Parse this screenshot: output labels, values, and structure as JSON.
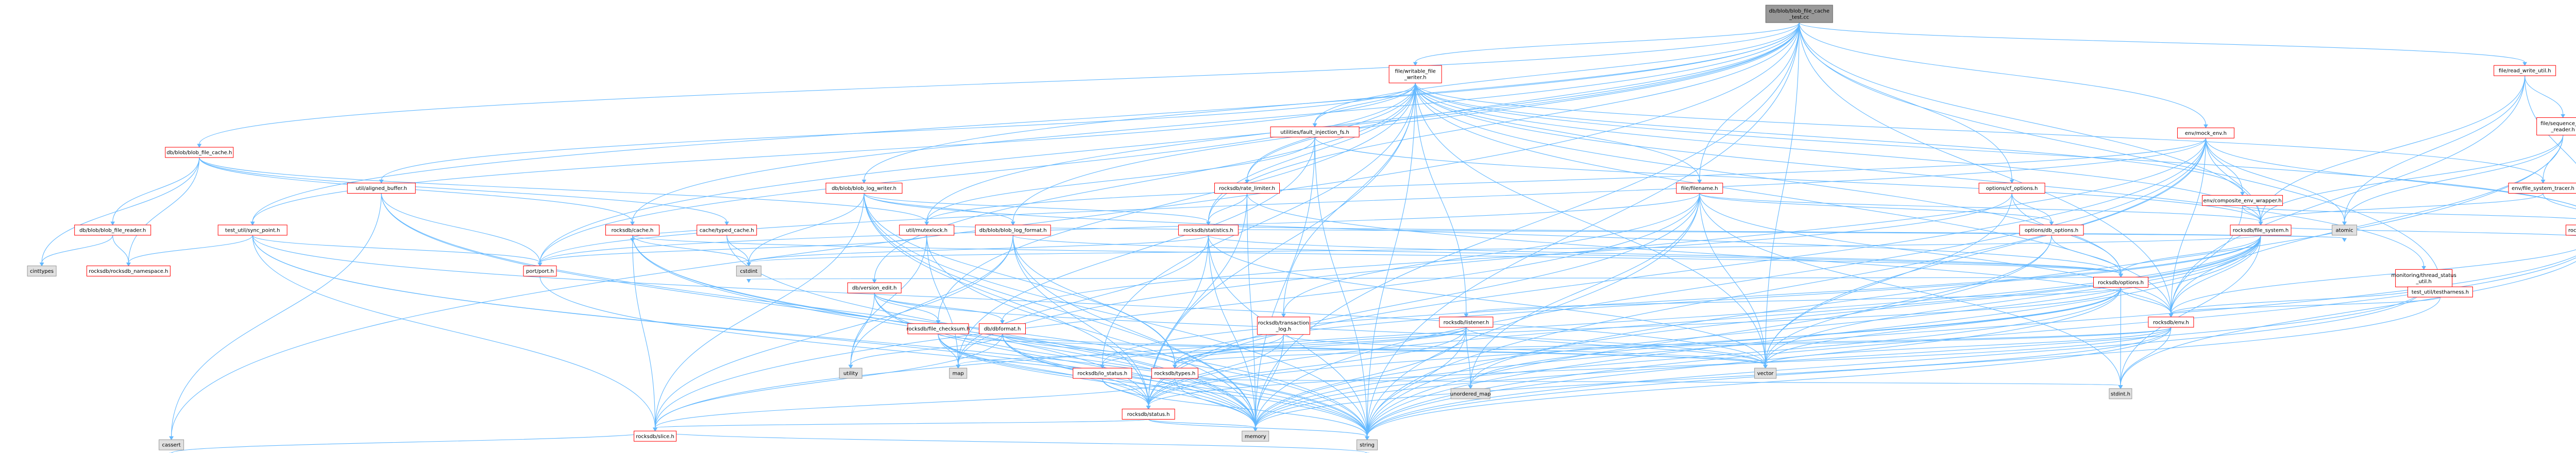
{
  "colors": {
    "edge": "#63b8ff",
    "root_fill": "#999999",
    "root_stroke": "#666666",
    "local_fill": "#ffffff",
    "local_stroke": "#ff0000",
    "system_fill": "#e0e0e0",
    "system_stroke": "#999999"
  },
  "root": {
    "id": "root",
    "lines": [
      "db/blob/blob_file_cache",
      "_test.cc"
    ]
  },
  "nodes": [
    {
      "id": "root",
      "kind": "root",
      "lines": [
        "db/blob/blob_file_cache",
        "_test.cc"
      ]
    },
    {
      "id": "fwf",
      "kind": "local",
      "lines": [
        "file/writable_file",
        "_writer.h"
      ]
    },
    {
      "id": "bfc",
      "kind": "local",
      "lines": [
        "db/blob/blob_file_cache.h"
      ]
    },
    {
      "id": "mockenv",
      "kind": "local",
      "lines": [
        "env/mock_env.h"
      ]
    },
    {
      "id": "rwu",
      "kind": "local",
      "lines": [
        "file/read_write_util.h"
      ]
    },
    {
      "id": "fault",
      "kind": "local",
      "lines": [
        "utilities/fault_injection_fs.h"
      ]
    },
    {
      "id": "seqfr",
      "kind": "local",
      "lines": [
        "file/sequence_file",
        "_reader.h"
      ]
    },
    {
      "id": "alignbuf",
      "kind": "local",
      "lines": [
        "util/aligned_buffer.h"
      ]
    },
    {
      "id": "blw",
      "kind": "local",
      "lines": [
        "db/blob/blob_log_writer.h"
      ]
    },
    {
      "id": "ratelim",
      "kind": "local",
      "lines": [
        "rocksdb/rate_limiter.h"
      ]
    },
    {
      "id": "filename",
      "kind": "local",
      "lines": [
        "file/filename.h"
      ]
    },
    {
      "id": "cfopts",
      "kind": "local",
      "lines": [
        "options/cf_options.h"
      ]
    },
    {
      "id": "envwrap",
      "kind": "local",
      "lines": [
        "env/composite_env_wrapper.h"
      ]
    },
    {
      "id": "fstracer",
      "kind": "local",
      "lines": [
        "env/file_system_tracer.h"
      ]
    },
    {
      "id": "blobfr",
      "kind": "local",
      "lines": [
        "db/blob/blob_file_reader.h"
      ]
    },
    {
      "id": "syncpt",
      "kind": "local",
      "lines": [
        "test_util/sync_point.h"
      ]
    },
    {
      "id": "cache",
      "kind": "local",
      "lines": [
        "rocksdb/cache.h"
      ]
    },
    {
      "id": "typedcache",
      "kind": "local",
      "lines": [
        "cache/typed_cache.h"
      ]
    },
    {
      "id": "mutexlock",
      "kind": "local",
      "lines": [
        "util/mutexlock.h"
      ]
    },
    {
      "id": "blf",
      "kind": "local",
      "lines": [
        "db/blob/blob_log_format.h"
      ]
    },
    {
      "id": "stats",
      "kind": "local",
      "lines": [
        "rocksdb/statistics.h"
      ]
    },
    {
      "id": "dbopts",
      "kind": "local",
      "lines": [
        "options/db_options.h"
      ]
    },
    {
      "id": "rfs",
      "kind": "local",
      "lines": [
        "rocksdb/file_system.h"
      ]
    },
    {
      "id": "sysclock",
      "kind": "local",
      "lines": [
        "rocksdb/system_clock.h"
      ]
    },
    {
      "id": "threadstatus",
      "kind": "local",
      "lines": [
        "monitoring/thread_status",
        "_util.h"
      ]
    },
    {
      "id": "testharness",
      "kind": "local",
      "lines": [
        "test_util/testharness.h"
      ]
    },
    {
      "id": "versionedit",
      "kind": "local",
      "lines": [
        "db/version_edit.h"
      ]
    },
    {
      "id": "dbformat",
      "kind": "local",
      "lines": [
        "db/dbformat.h"
      ]
    },
    {
      "id": "fchecksum",
      "kind": "local",
      "lines": [
        "rocksdb/file_checksum.h"
      ]
    },
    {
      "id": "txnlog",
      "kind": "local",
      "lines": [
        "rocksdb/transaction",
        "_log.h"
      ]
    },
    {
      "id": "listener",
      "kind": "local",
      "lines": [
        "rocksdb/listener.h"
      ]
    },
    {
      "id": "ropts",
      "kind": "local",
      "lines": [
        "rocksdb/options.h"
      ]
    },
    {
      "id": "renv",
      "kind": "local",
      "lines": [
        "rocksdb/env.h"
      ]
    },
    {
      "id": "iostatus",
      "kind": "local",
      "lines": [
        "rocksdb/io_status.h"
      ]
    },
    {
      "id": "types",
      "kind": "local",
      "lines": [
        "rocksdb/types.h"
      ]
    },
    {
      "id": "status",
      "kind": "local",
      "lines": [
        "rocksdb/status.h"
      ]
    },
    {
      "id": "slice",
      "kind": "local",
      "lines": [
        "rocksdb/slice.h"
      ]
    },
    {
      "id": "port",
      "kind": "local",
      "lines": [
        "port/port.h"
      ]
    },
    {
      "id": "ns",
      "kind": "local",
      "lines": [
        "rocksdb/rocksdb_namespace.h"
      ]
    },
    {
      "id": "cinttypes",
      "kind": "system",
      "lines": [
        "cinttypes"
      ]
    },
    {
      "id": "cstdint",
      "kind": "system",
      "lines": [
        "cstdint"
      ]
    },
    {
      "id": "atomic",
      "kind": "system",
      "lines": [
        "atomic"
      ]
    },
    {
      "id": "utility",
      "kind": "system",
      "lines": [
        "utility"
      ]
    },
    {
      "id": "map",
      "kind": "system",
      "lines": [
        "map"
      ]
    },
    {
      "id": "vector",
      "kind": "system",
      "lines": [
        "vector"
      ]
    },
    {
      "id": "umap",
      "kind": "system",
      "lines": [
        "unordered_map"
      ]
    },
    {
      "id": "stdint",
      "kind": "system",
      "lines": [
        "stdint.h"
      ]
    },
    {
      "id": "memory",
      "kind": "system",
      "lines": [
        "memory"
      ]
    },
    {
      "id": "cassert",
      "kind": "system",
      "lines": [
        "cassert"
      ]
    },
    {
      "id": "string",
      "kind": "system",
      "lines": [
        "string"
      ]
    }
  ],
  "edges": [
    [
      "root",
      "fwf"
    ],
    [
      "root",
      "bfc"
    ],
    [
      "root",
      "mockenv"
    ],
    [
      "root",
      "rwu"
    ],
    [
      "root",
      "fault"
    ],
    [
      "root",
      "blw"
    ],
    [
      "root",
      "ratelim"
    ],
    [
      "root",
      "filename"
    ],
    [
      "root",
      "cfopts"
    ],
    [
      "root",
      "blf"
    ],
    [
      "root",
      "syncpt"
    ],
    [
      "root",
      "cache"
    ],
    [
      "root",
      "rfs"
    ],
    [
      "root",
      "renv"
    ],
    [
      "root",
      "testharness"
    ],
    [
      "root",
      "string"
    ],
    [
      "root",
      "cassert"
    ],
    [
      "root",
      "port"
    ],
    [
      "root",
      "stats"
    ],
    [
      "root",
      "vector"
    ],
    [
      "root",
      "mutexlock"
    ],
    [
      "root",
      "memory"
    ],
    [
      "fwf",
      "fault"
    ],
    [
      "fwf",
      "ratelim"
    ],
    [
      "fwf",
      "filename"
    ],
    [
      "fwf",
      "alignbuf"
    ],
    [
      "fwf",
      "fstracer"
    ],
    [
      "fwf",
      "versionedit"
    ],
    [
      "fwf",
      "fchecksum"
    ],
    [
      "fwf",
      "txnlog"
    ],
    [
      "fwf",
      "stats"
    ],
    [
      "fwf",
      "status"
    ],
    [
      "fwf",
      "syncpt"
    ],
    [
      "fwf",
      "port"
    ],
    [
      "fwf",
      "iostatus"
    ],
    [
      "fwf",
      "listener"
    ],
    [
      "fwf",
      "string"
    ],
    [
      "fwf",
      "vector"
    ],
    [
      "fwf",
      "rfs"
    ],
    [
      "fwf",
      "envwrap"
    ],
    [
      "fwf",
      "renv"
    ],
    [
      "fwf",
      "threadstatus"
    ],
    [
      "fwf",
      "sysclock"
    ],
    [
      "fwf",
      "ropts"
    ],
    [
      "bfc",
      "blobfr"
    ],
    [
      "bfc",
      "typedcache"
    ],
    [
      "bfc",
      "ns"
    ],
    [
      "bfc",
      "cinttypes"
    ],
    [
      "bfc",
      "mutexlock"
    ],
    [
      "bfc",
      "cache"
    ],
    [
      "blobfr",
      "ns"
    ],
    [
      "blobfr",
      "cinttypes"
    ],
    [
      "mockenv",
      "envwrap"
    ],
    [
      "mockenv",
      "rfs"
    ],
    [
      "mockenv",
      "renv"
    ],
    [
      "mockenv",
      "sysclock"
    ],
    [
      "mockenv",
      "port"
    ],
    [
      "mockenv",
      "mutexlock"
    ],
    [
      "mockenv",
      "atomic"
    ],
    [
      "mockenv",
      "map"
    ],
    [
      "mockenv",
      "vector"
    ],
    [
      "mockenv",
      "memory"
    ],
    [
      "mockenv",
      "string"
    ],
    [
      "mockenv",
      "status"
    ],
    [
      "envwrap",
      "rfs"
    ],
    [
      "envwrap",
      "sysclock"
    ],
    [
      "envwrap",
      "renv"
    ],
    [
      "rwu",
      "seqfr"
    ],
    [
      "rwu",
      "atomic"
    ],
    [
      "rwu",
      "renv"
    ],
    [
      "rwu",
      "rfs"
    ],
    [
      "rwu",
      "sysclock"
    ],
    [
      "seqfr",
      "fstracer"
    ],
    [
      "seqfr",
      "atomic"
    ],
    [
      "seqfr",
      "renv"
    ],
    [
      "seqfr",
      "rfs"
    ],
    [
      "seqfr",
      "string"
    ],
    [
      "fstracer",
      "rfs"
    ],
    [
      "fstracer",
      "sysclock"
    ],
    [
      "fault",
      "rfs"
    ],
    [
      "fault",
      "mutexlock"
    ],
    [
      "fault",
      "map"
    ],
    [
      "fault",
      "memory"
    ],
    [
      "fault",
      "string"
    ],
    [
      "fault",
      "set"
    ],
    [
      "alignbuf",
      "port"
    ],
    [
      "alignbuf",
      "cassert"
    ],
    [
      "alignbuf",
      "string"
    ],
    [
      "alignbuf",
      "memory"
    ],
    [
      "blw",
      "blf"
    ],
    [
      "blw",
      "cstdint"
    ],
    [
      "blw",
      "memory"
    ],
    [
      "blw",
      "string"
    ],
    [
      "blw",
      "stats"
    ],
    [
      "blw",
      "status"
    ],
    [
      "blw",
      "types"
    ],
    [
      "blw",
      "slice"
    ],
    [
      "blw",
      "ropts"
    ],
    [
      "ratelim",
      "stats"
    ],
    [
      "ratelim",
      "renv"
    ],
    [
      "ratelim",
      "status"
    ],
    [
      "ratelim",
      "memory"
    ],
    [
      "filename",
      "dbopts"
    ],
    [
      "filename",
      "rfs"
    ],
    [
      "filename",
      "renv"
    ],
    [
      "filename",
      "slice"
    ],
    [
      "filename",
      "status"
    ],
    [
      "filename",
      "txnlog"
    ],
    [
      "filename",
      "port"
    ],
    [
      "filename",
      "string"
    ],
    [
      "filename",
      "vector"
    ],
    [
      "filename",
      "umap"
    ],
    [
      "filename",
      "stdint"
    ],
    [
      "cfopts",
      "dbopts"
    ],
    [
      "cfopts",
      "ropts"
    ],
    [
      "cfopts",
      "dbformat"
    ],
    [
      "cfopts",
      "vector"
    ],
    [
      "dbopts",
      "ropts"
    ],
    [
      "dbopts",
      "vector"
    ],
    [
      "dbopts",
      "string"
    ],
    [
      "syncpt",
      "ns"
    ],
    [
      "syncpt",
      "slice"
    ],
    [
      "syncpt",
      "string"
    ],
    [
      "syncpt",
      "vector"
    ],
    [
      "syncpt",
      "memory"
    ],
    [
      "syncpt",
      "port"
    ],
    [
      "cache",
      "cstdint"
    ],
    [
      "cache",
      "memory"
    ],
    [
      "cache",
      "string"
    ],
    [
      "cache",
      "slice"
    ],
    [
      "cache",
      "status"
    ],
    [
      "cache",
      "ropts"
    ],
    [
      "typedcache",
      "cstdint"
    ],
    [
      "typedcache",
      "memory"
    ],
    [
      "typedcache",
      "cache"
    ],
    [
      "mutexlock",
      "port"
    ],
    [
      "mutexlock",
      "memory"
    ],
    [
      "mutexlock",
      "atomic"
    ],
    [
      "mutexlock",
      "utility"
    ],
    [
      "mutexlock",
      "map"
    ],
    [
      "blf",
      "ropts"
    ],
    [
      "blf",
      "slice"
    ],
    [
      "blf",
      "status"
    ],
    [
      "blf",
      "types"
    ],
    [
      "blf",
      "memory"
    ],
    [
      "blf",
      "utility"
    ],
    [
      "stats",
      "atomic"
    ],
    [
      "stats",
      "cstdint"
    ],
    [
      "stats",
      "map"
    ],
    [
      "stats",
      "memory"
    ],
    [
      "stats",
      "string"
    ],
    [
      "stats",
      "vector"
    ],
    [
      "stats",
      "status"
    ],
    [
      "stats",
      "ropts"
    ],
    [
      "rfs",
      "renv"
    ],
    [
      "rfs",
      "ropts"
    ],
    [
      "rfs",
      "iostatus"
    ],
    [
      "rfs",
      "status"
    ],
    [
      "rfs",
      "slice"
    ],
    [
      "rfs",
      "types"
    ],
    [
      "rfs",
      "sysclock"
    ],
    [
      "rfs",
      "string"
    ],
    [
      "rfs",
      "memory"
    ],
    [
      "rfs",
      "vector"
    ],
    [
      "rfs",
      "stdint"
    ],
    [
      "rfs",
      "umap"
    ],
    [
      "rfs",
      "cstdint"
    ],
    [
      "sysclock",
      "renv"
    ],
    [
      "sysclock",
      "memory"
    ],
    [
      "sysclock",
      "string"
    ],
    [
      "sysclock",
      "stdint"
    ],
    [
      "threadstatus",
      "renv"
    ],
    [
      "threadstatus",
      "string"
    ],
    [
      "threadstatus",
      "memory"
    ],
    [
      "testharness",
      "renv"
    ],
    [
      "testharness",
      "string"
    ],
    [
      "versionedit",
      "dbformat"
    ],
    [
      "versionedit",
      "fchecksum"
    ],
    [
      "versionedit",
      "utility"
    ],
    [
      "versionedit",
      "memory"
    ],
    [
      "versionedit",
      "string"
    ],
    [
      "versionedit",
      "vector"
    ],
    [
      "dbformat",
      "slice"
    ],
    [
      "dbformat",
      "types"
    ],
    [
      "dbformat",
      "status"
    ],
    [
      "dbformat",
      "memory"
    ],
    [
      "dbformat",
      "string"
    ],
    [
      "dbformat",
      "utility"
    ],
    [
      "dbformat",
      "vector"
    ],
    [
      "fchecksum",
      "status"
    ],
    [
      "fchecksum",
      "memory"
    ],
    [
      "fchecksum",
      "string"
    ],
    [
      "fchecksum",
      "vector"
    ],
    [
      "fchecksum",
      "map"
    ],
    [
      "txnlog",
      "status"
    ],
    [
      "txnlog",
      "types"
    ],
    [
      "txnlog",
      "memory"
    ],
    [
      "txnlog",
      "vector"
    ],
    [
      "listener",
      "iostatus"
    ],
    [
      "listener",
      "status"
    ],
    [
      "listener",
      "types"
    ],
    [
      "listener",
      "memory"
    ],
    [
      "listener",
      "string"
    ],
    [
      "listener",
      "vector"
    ],
    [
      "listener",
      "umap"
    ],
    [
      "ropts",
      "renv"
    ],
    [
      "ropts",
      "listener"
    ],
    [
      "ropts",
      "types"
    ],
    [
      "ropts",
      "status"
    ],
    [
      "ropts",
      "memory"
    ],
    [
      "ropts",
      "string"
    ],
    [
      "ropts",
      "vector"
    ],
    [
      "ropts",
      "stdint"
    ],
    [
      "ropts",
      "umap"
    ],
    [
      "ropts",
      "cstdint"
    ],
    [
      "renv",
      "status"
    ],
    [
      "renv",
      "types"
    ],
    [
      "renv",
      "stdint"
    ],
    [
      "renv",
      "memory"
    ],
    [
      "renv",
      "string"
    ],
    [
      "renv",
      "vector"
    ],
    [
      "renv",
      "map"
    ],
    [
      "iostatus",
      "status"
    ],
    [
      "iostatus",
      "string"
    ],
    [
      "types",
      "stdint"
    ],
    [
      "types",
      "slice"
    ],
    [
      "types",
      "memory"
    ],
    [
      "status",
      "slice"
    ],
    [
      "status",
      "memory"
    ],
    [
      "status",
      "string"
    ],
    [
      "slice",
      "cassert"
    ],
    [
      "slice",
      "string"
    ],
    [
      "port",
      "string"
    ]
  ]
}
